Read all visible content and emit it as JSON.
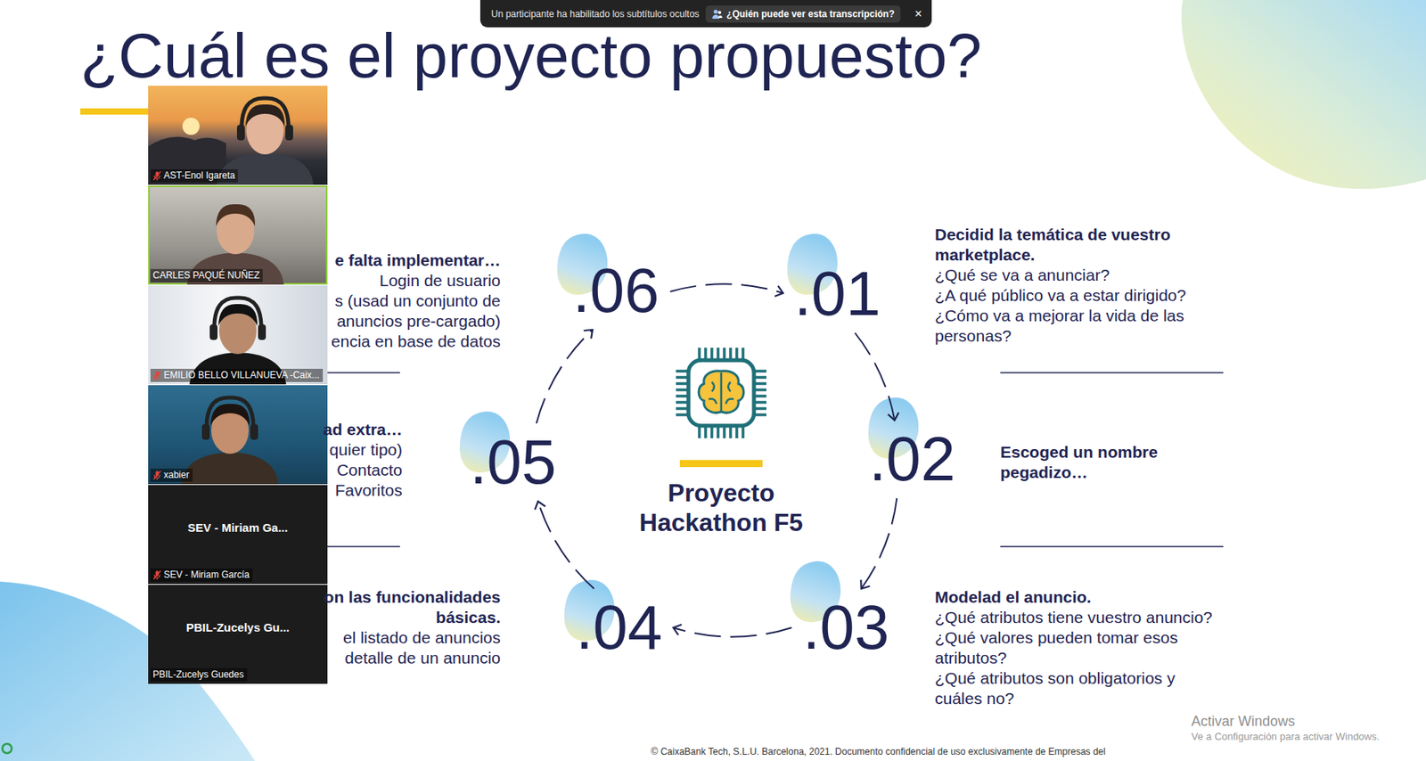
{
  "diagram": {
    "title": "¿Cuál es el proyecto propuesto?",
    "nodes": [
      {
        "text": [
          "AST-Enol Igareta"
        ]
      },
      {
        "text": [
          "CARLES PAQUÉ NUÑEZ"
        ]
      },
      {
        "text": [
          "EMILIO BELLO VILLANUEVA -Caix..."
        ]
      },
      {
        "text": [
          "xabier"
        ]
      },
      {
        "text": [
          "SEV - Miriam Ga...",
          "SEV - Miriam García"
        ]
      },
      {
        "text": [
          "PBIL-Zucelys Gu...",
          "PBIL-Zucelys Guedes"
        ]
      },
      {
        "text": [
          ".01"
        ]
      },
      {
        "text": [
          ".02"
        ]
      },
      {
        "text": [
          ".03"
        ]
      },
      {
        "text": [
          ".04"
        ]
      },
      {
        "text": [
          ".05"
        ]
      },
      {
        "text": [
          ".06"
        ]
      },
      {
        "text": [
          "Proyecto Hackathon F5"
        ]
      }
    ],
    "edges": [
      {
        "from": 6,
        "to": 7,
        "arrow": "to"
      },
      {
        "from": 7,
        "to": 8,
        "arrow": "to"
      },
      {
        "from": 8,
        "to": 9,
        "arrow": "to"
      },
      {
        "from": 9,
        "to": 10,
        "arrow": "to"
      },
      {
        "from": 10,
        "to": 11,
        "arrow": "to"
      },
      {
        "from": 11,
        "to": 6,
        "arrow": "to"
      }
    ],
    "labels": [
      "Un participante ha habilitado los subtítulos ocultos",
      "¿Quién puede ver esta transcripción?",
      "×",
      "e falta implementar…",
      "Login de usuario",
      "s (usad un conjunto de",
      "anuncios pre-cargado)",
      "encia en base de datos",
      "ad extra…",
      "quier tipo)",
      "Contacto",
      "Favoritos",
      "on las funcionalidades",
      "básicas.",
      "el listado de anuncios",
      "detalle de un anuncio",
      "Decidid la temática de vuestro marketplace.",
      "¿Qué se va a anunciar?",
      "¿A qué público va a estar dirigido?",
      "¿Cómo va a mejorar la vida de las personas?",
      "Escoged un nombre pegadizo…",
      "Modelad el anuncio.",
      "¿Qué atributos tiene vuestro anuncio?",
      "¿Qué valores pueden tomar esos atributos?",
      "¿Qué atributos son obligatorios y cuáles no?",
      "Activar Windows",
      "Ve a Configuración para activar Windows.",
      "© CaixaBank Tech, S.L.U. Barcelona, 2021. Documento confidencial de uso exclusivamente de Empresas del"
    ]
  }
}
